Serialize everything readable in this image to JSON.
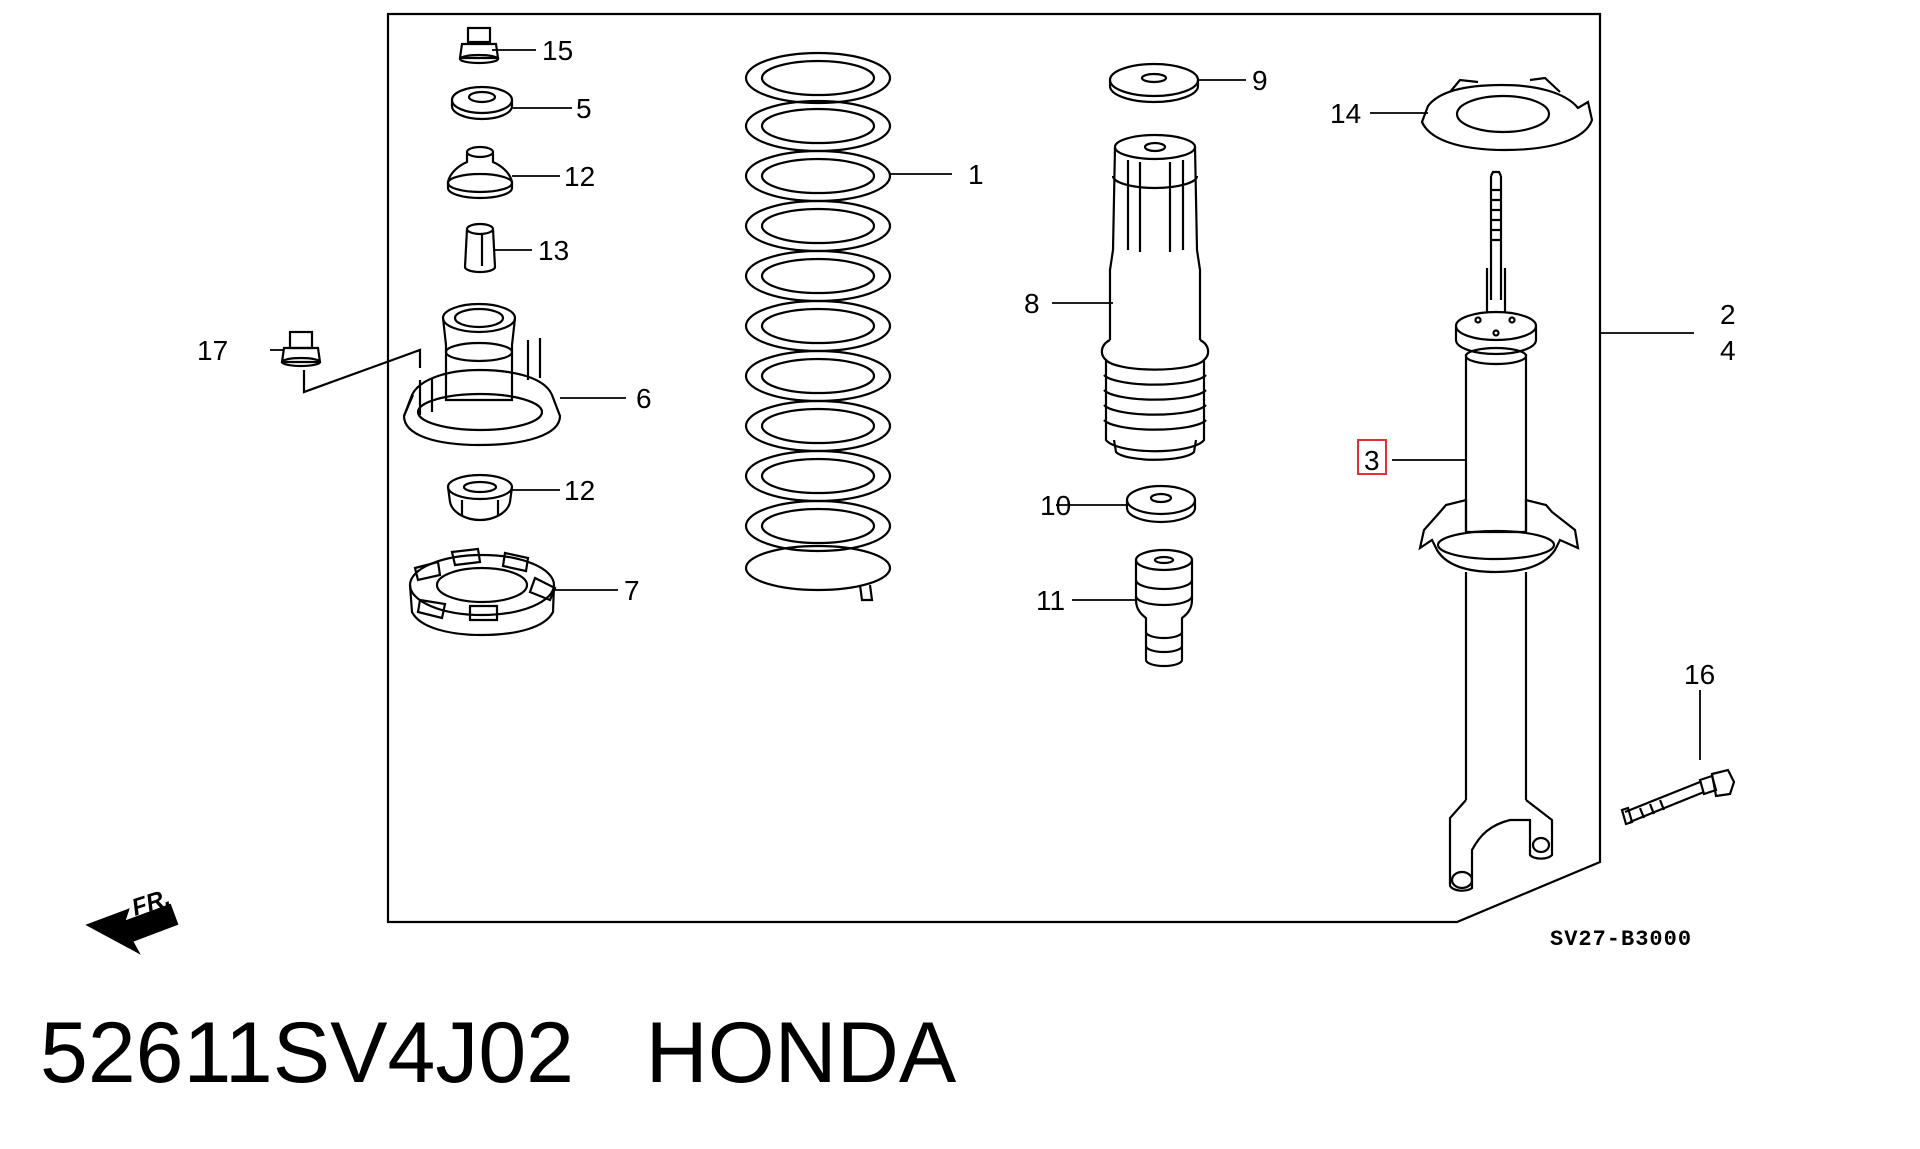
{
  "diagram": {
    "diagram_code": "SV27-B3000",
    "direction_label": "FR.",
    "callouts": [
      {
        "id": "c1",
        "text": "1"
      },
      {
        "id": "c2",
        "text": "2"
      },
      {
        "id": "c3",
        "text": "3"
      },
      {
        "id": "c4",
        "text": "4"
      },
      {
        "id": "c5",
        "text": "5"
      },
      {
        "id": "c6",
        "text": "6"
      },
      {
        "id": "c7",
        "text": "7"
      },
      {
        "id": "c8",
        "text": "8"
      },
      {
        "id": "c9",
        "text": "9"
      },
      {
        "id": "c10",
        "text": "10"
      },
      {
        "id": "c11",
        "text": "11"
      },
      {
        "id": "c12a",
        "text": "12"
      },
      {
        "id": "c12b",
        "text": "12"
      },
      {
        "id": "c13",
        "text": "13"
      },
      {
        "id": "c14",
        "text": "14"
      },
      {
        "id": "c15",
        "text": "15"
      },
      {
        "id": "c16",
        "text": "16"
      },
      {
        "id": "c17",
        "text": "17"
      }
    ],
    "highlighted_callout": "3",
    "highlight_color": "#e03030"
  },
  "caption": {
    "part_number": "52611SV4J02",
    "brand": "HONDA"
  }
}
